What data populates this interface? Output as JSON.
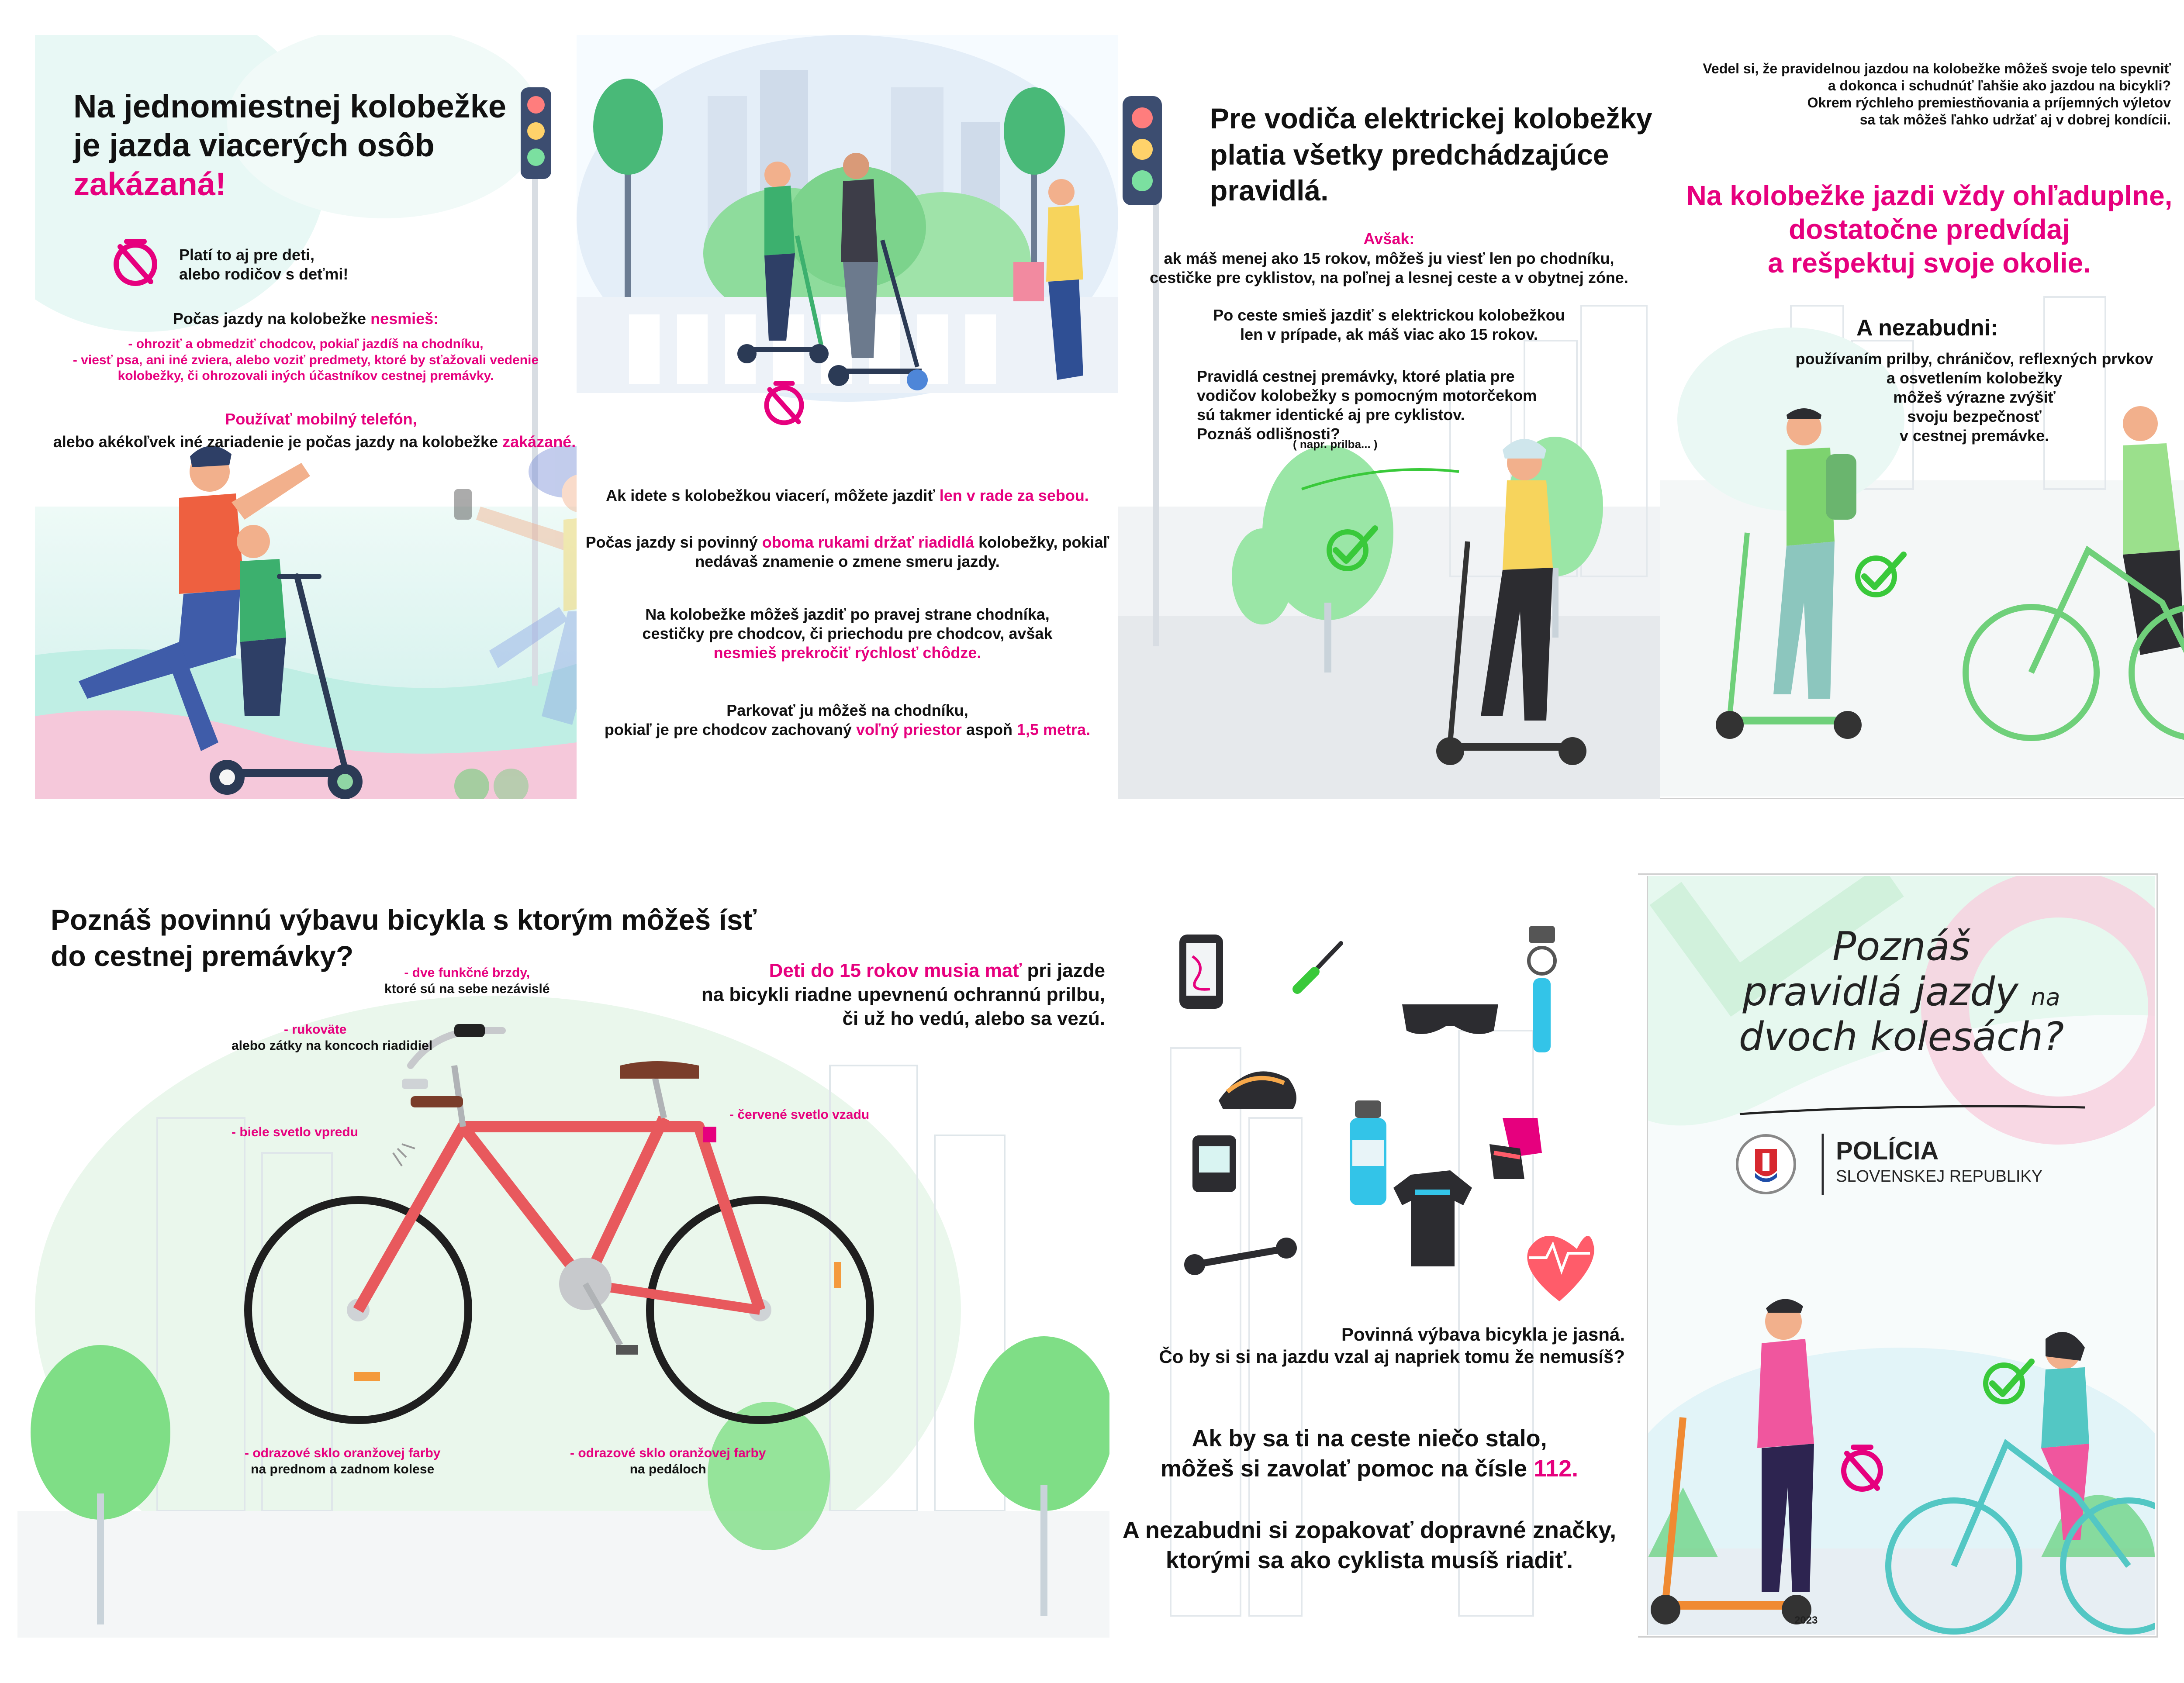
{
  "panel1": {
    "title_line1": "Na jednomiestnej kolobežke",
    "title_line2": "je jazda viacerých osôb",
    "title_highlight": "zakázaná!",
    "kids_line1": "Platí to aj pre deti,",
    "kids_line2": "alebo rodičov s deťmi!",
    "nesmies_intro": "Počas jazdy na kolobežke",
    "nesmies_word": "nesmieš:",
    "rule1": "- ohroziť a obmedziť chodcov, pokiaľ jazdíš na chodníku,",
    "rule2": "- viesť psa, ani iné zviera, alebo voziť predmety, ktoré by sťažovali vedenie",
    "rule3": "kolobežky, či ohrozovali iných účastníkov cestnej premávky.",
    "phone_pink": "Používať mobilný telefón,",
    "phone_black": "alebo akékoľvek iné zariadenie je počas jazdy na kolobežke",
    "phone_end": "zakázané."
  },
  "panel2": {
    "p1_a": "Ak idete s kolobežkou viacerí, môžete jazdiť",
    "p1_b": "len v rade za sebou.",
    "p2_a": "Počas jazdy si povinný",
    "p2_b": "oboma rukami držať riadidlá",
    "p2_c": "kolobežky, pokiaľ",
    "p2_d": "nedávaš znamenie o zmene smeru jazdy.",
    "p3_a": "Na kolobežke môžeš jazdiť po pravej strane chodníka,",
    "p3_b": "cestičky pre chodcov, či priechodu pre chodcov, avšak",
    "p3_c": "nesmieš prekročiť rýchlosť chôdze.",
    "p4_a": "Parkovať ju môžeš na chodníku,",
    "p4_b": "pokiaľ je pre chodcov zachovaný",
    "p4_c": "voľný priestor",
    "p4_d": "aspoň",
    "p4_e": "1,5 metra."
  },
  "panel3": {
    "title_line1": "Pre vodiča elektrickej kolobežky",
    "title_line2": "platia všetky predchádzajúce",
    "title_line3": "pravidlá.",
    "avsak": "Avšak:",
    "a_line1": "ak máš menej ako 15 rokov, môžeš ju viesť len po chodníku,",
    "a_line2": "cestičke pre cyklistov, na poľnej a lesnej ceste a v obytnej zóne.",
    "b_line1": "Po ceste smieš jazdiť s elektrickou kolobežkou",
    "b_line2": "len v prípade, ak máš viac ako 15 rokov.",
    "c_line1": "Pravidlá cestnej premávky, ktoré platia pre",
    "c_line2": "vodičov kolobežky s pomocným motorčekom",
    "c_line3": "sú takmer identické aj pre cyklistov.",
    "c_line4": "Poznáš odlišnosti?",
    "c_line5": "( napr. prilba... )"
  },
  "panel4": {
    "intro1": "Vedel si, že pravidelnou jazdou na kolobežke môžeš svoje telo spevniť",
    "intro2": "a dokonca i schudnúť ľahšie ako jazdou na bicykli?",
    "intro3": "Okrem rýchleho premiestňovania a príjemných výletov",
    "intro4": "sa tak môžeš ľahko udržať aj v dobrej kondícii.",
    "pink1": "Na kolobežke jazdi vždy ohľaduplne,",
    "pink2": "dostatočne predvídaj",
    "pink3": "a rešpektuj svoje okolie.",
    "nezabudni": "A nezabudni:",
    "n1": "používaním prilby, chráničov, reflexných prvkov",
    "n2": "a osvetlením kolobežky",
    "n3": "môžeš výrazne zvýšiť",
    "n4": "svoju bezpečnosť",
    "n5": "v cestnej premávke."
  },
  "panel5": {
    "title_line1": "Poznáš povinnú výbavu bicykla s ktorým môžeš ísť",
    "title_line2": "do cestnej premávky?",
    "brakes_pink": "- dve funkčné brzdy,",
    "brakes_black": "ktoré sú na sebe nezávislé",
    "grips_pink": "- rukoväte",
    "grips_black": "alebo zátky na koncoch riadidiel",
    "white_light": "- biele svetlo vpredu",
    "red_light": "- červené svetlo vzadu",
    "kids_pink": "Deti do 15 rokov musia mať",
    "kids_b1": "pri jazde",
    "kids_b2": "na bicykli riadne upevnenú ochrannú prilbu,",
    "kids_b3": "či už ho vedú, alebo sa vezú.",
    "refl1_pink": "- odrazové sklo oranžovej farby",
    "refl1_black": "na prednom a zadnom kolese",
    "refl2_pink": "- odrazové sklo oranžovej farby",
    "refl2_black": "na pedáloch"
  },
  "panel6": {
    "q1": "Povinná výbava bicykla je jasná.",
    "q2": "Čo by si si na jazdu vzal aj napriek tomu že nemusíš?",
    "e1": "Ak by sa ti na ceste niečo stalo,",
    "e2a": "môžeš si zavolať pomoc na čísle",
    "e2b": "112.",
    "s1": "A nezabudni si zopakovať dopravné značky,",
    "s2": "ktorými sa ako cyklista musíš riadiť."
  },
  "cover": {
    "title1": "Poznáš",
    "title2": "pravidlá jazdy",
    "title2b": "na",
    "title3": "dvoch kolesách?",
    "police1": "POLÍCIA",
    "police2": "SLOVENSKEJ REPUBLIKY",
    "year": "2023"
  },
  "colors": {
    "pink": "#e6007e",
    "green": "#39c93a",
    "scooter_green": "#6fd07a",
    "bike_red": "#e8595d"
  }
}
